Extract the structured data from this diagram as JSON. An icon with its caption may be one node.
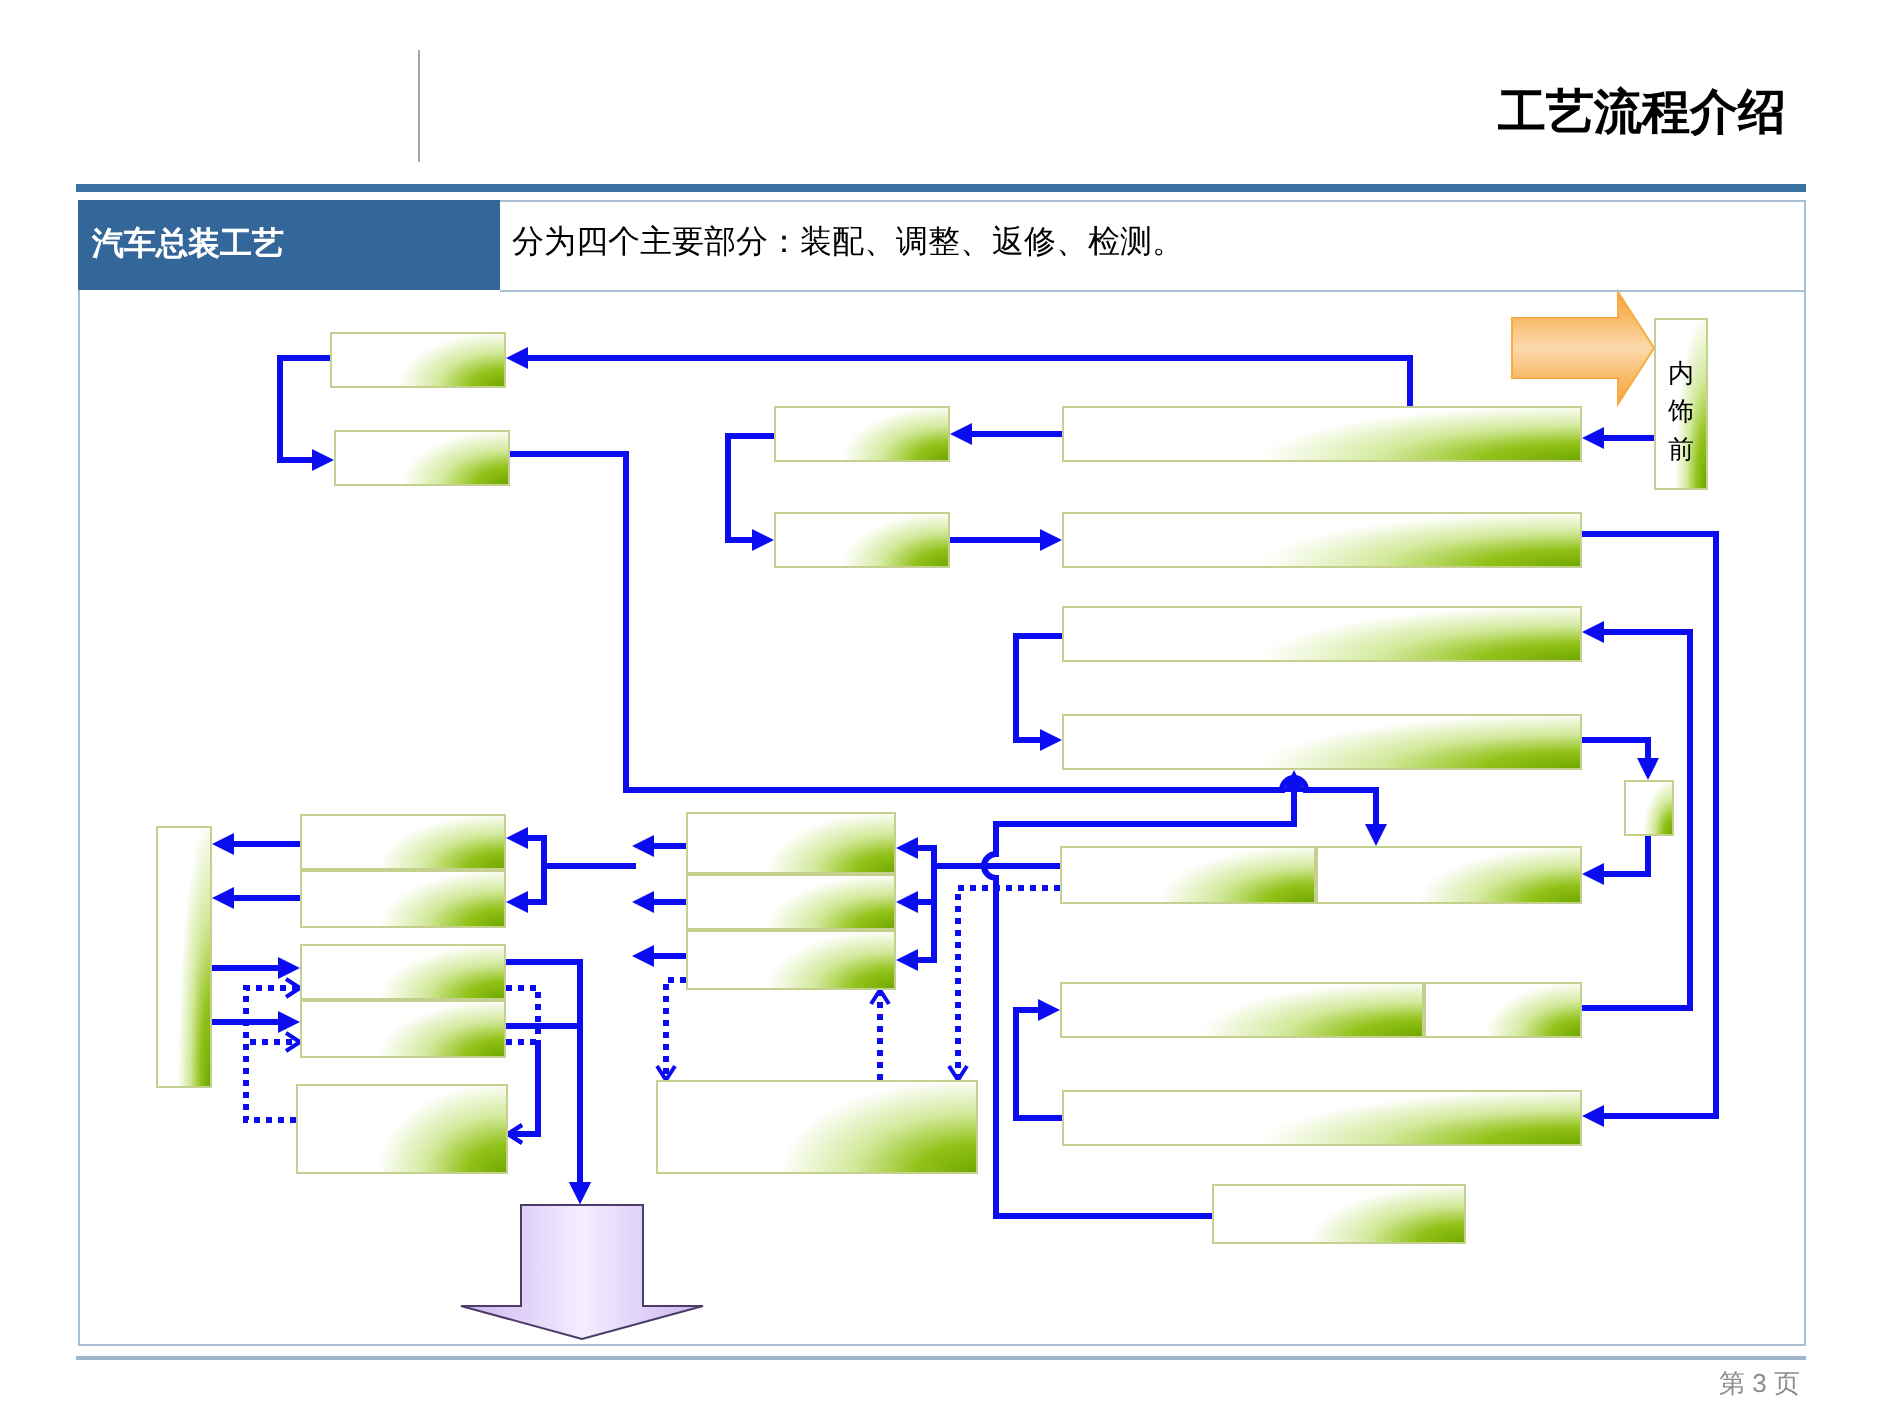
{
  "diagram": {
    "title": "工艺流程介绍",
    "nodes": [
      {
        "text": [],
        "shape": "box"
      },
      {
        "text": [],
        "shape": "box"
      },
      {
        "text": [
          "内饰前"
        ]
      },
      {
        "text": [],
        "shape": "box"
      },
      {
        "text": [],
        "shape": "box"
      },
      {
        "text": [],
        "shape": "box"
      },
      {
        "text": [],
        "shape": "box"
      },
      {
        "text": [],
        "shape": "box"
      },
      {
        "text": [],
        "shape": "box"
      },
      {
        "text": [],
        "shape": "box"
      },
      {
        "text": [],
        "shape": "box"
      },
      {
        "text": [],
        "shape": "box"
      },
      {
        "text": [],
        "shape": "box"
      },
      {
        "text": [],
        "shape": "box"
      },
      {
        "text": [],
        "shape": "box"
      },
      {
        "text": [],
        "shape": "box"
      },
      {
        "text": [],
        "shape": "box"
      },
      {
        "text": [],
        "shape": "box"
      },
      {
        "text": [],
        "shape": "box"
      },
      {
        "text": [],
        "shape": "box"
      },
      {
        "text": [],
        "shape": "box"
      },
      {
        "text": [],
        "shape": "box"
      },
      {
        "text": [],
        "shape": "box"
      },
      {
        "text": [],
        "shape": "box"
      },
      {
        "text": [],
        "shape": "box"
      },
      {
        "text": [],
        "shape": "box"
      },
      {
        "text": [],
        "shape": "arrow"
      }
    ],
    "edges": [
      {
        "from": 4,
        "to": 0,
        "arrow": "to"
      },
      {
        "from": 0,
        "to": 1,
        "arrow": "to"
      },
      {
        "from": 2,
        "to": 4,
        "arrow": "to"
      },
      {
        "from": 4,
        "to": 3,
        "arrow": "to"
      },
      {
        "from": 3,
        "to": 5,
        "arrow": "to"
      },
      {
        "from": 5,
        "to": 6,
        "arrow": "to"
      },
      {
        "from": 6,
        "to": 24,
        "arrow": "to"
      },
      {
        "from": 24,
        "to": 20,
        "arrow": "to"
      },
      {
        "from": 21,
        "to": 7,
        "arrow": "to"
      },
      {
        "from": 7,
        "to": 8,
        "arrow": "to"
      },
      {
        "from": 8,
        "to": 9,
        "arrow": "to"
      },
      {
        "from": 9,
        "to": 13,
        "arrow": "to"
      },
      {
        "from": 1,
        "to": 13,
        "arrow": "to"
      },
      {
        "from": 25,
        "to": 8,
        "arrow": "to"
      },
      {
        "from": 12,
        "to": 11,
        "arrow": "to"
      },
      {
        "from": 12,
        "to": 15,
        "arrow": "to"
      },
      {
        "from": 12,
        "to": 18,
        "arrow": "to"
      },
      {
        "from": 12,
        "to": 23,
        "arrow": "to",
        "style": "dashed"
      },
      {
        "from": 23,
        "to": 18,
        "arrow": "to",
        "style": "dashed"
      },
      {
        "from": 18,
        "to": 23,
        "arrow": "to",
        "style": "dashed"
      },
      {
        "from": 11,
        "to": null,
        "arrow": "to"
      },
      {
        "from": 15,
        "to": null,
        "arrow": "to"
      },
      {
        "from": 18,
        "to": null,
        "arrow": "to"
      },
      {
        "from": null,
        "to": 10,
        "arrow": "to"
      },
      {
        "from": null,
        "to": 14,
        "arrow": "to"
      },
      {
        "from": 10,
        "to": 16,
        "arrow": "to"
      },
      {
        "from": 14,
        "to": 16,
        "arrow": "to"
      },
      {
        "from": 16,
        "to": 17,
        "arrow": "to"
      },
      {
        "from": 16,
        "to": 19,
        "arrow": "to"
      },
      {
        "from": 22,
        "to": 17,
        "arrow": "to",
        "style": "dashed"
      },
      {
        "from": 22,
        "to": 19,
        "arrow": "to",
        "style": "dashed"
      },
      {
        "from": 17,
        "to": 22,
        "arrow": "to",
        "style": "dashed"
      },
      {
        "from": 19,
        "to": 22,
        "arrow": "to",
        "style": "dashed"
      },
      {
        "from": 17,
        "to": 26,
        "arrow": "to"
      },
      {
        "from": 19,
        "to": 26,
        "arrow": "to"
      },
      {
        "from": null,
        "to": 2,
        "arrow": "to",
        "style": "thick",
        "color": "#f7a030"
      }
    ],
    "labels": [
      "汽车总装工艺",
      "分为四个主要部分：装配、调整、返修、检测。",
      "第 3 页"
    ]
  }
}
